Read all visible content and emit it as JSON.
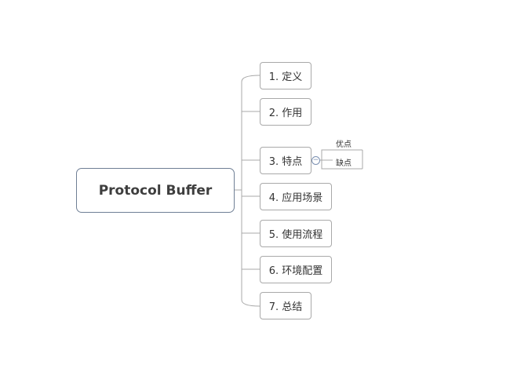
{
  "root": {
    "label": "Protocol Buffer"
  },
  "topics": [
    {
      "label": "1. 定义"
    },
    {
      "label": "2. 作用"
    },
    {
      "label": "3. 特点",
      "subtopics": [
        "优点",
        "缺点"
      ]
    },
    {
      "label": "4. 应用场景"
    },
    {
      "label": "5. 使用流程"
    },
    {
      "label": "6. 环境配置"
    },
    {
      "label": "7. 总结"
    }
  ],
  "colors": {
    "root_border": "#6f7f95",
    "topic_border": "#a9a9a9",
    "connector": "#a9a9a9"
  }
}
